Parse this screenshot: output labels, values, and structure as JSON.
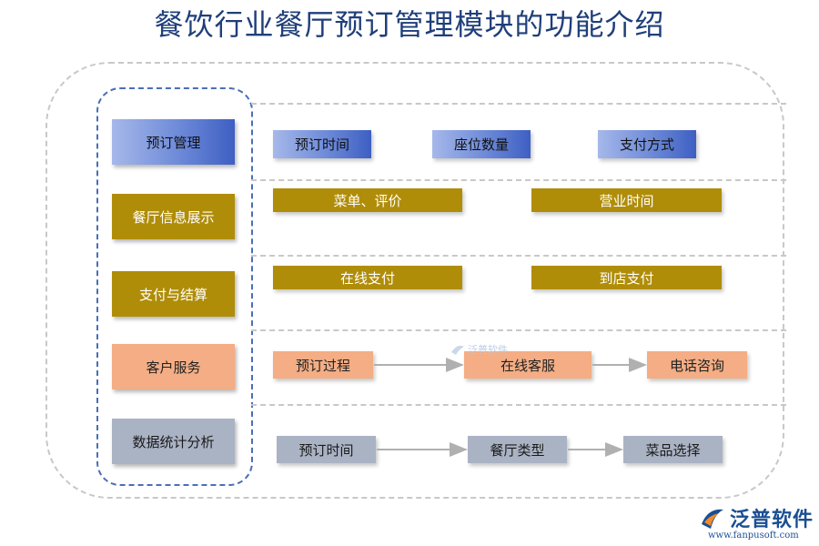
{
  "title": "餐饮行业餐厅预订管理模块的功能介绍",
  "colors": {
    "title": "#1f3f7a",
    "blue": "#5a78d0",
    "gold": "#b08d08",
    "peach": "#f4ad84",
    "gray": "#aab3c4",
    "arrow": "#b0b0b0"
  },
  "categories": [
    {
      "label": "预订管理"
    },
    {
      "label": "餐厅信息展示"
    },
    {
      "label": "支付与结算"
    },
    {
      "label": "客户服务"
    },
    {
      "label": "数据统计分析"
    }
  ],
  "rows": [
    {
      "items": [
        "预订时间",
        "座位数量",
        "支付方式"
      ]
    },
    {
      "items": [
        "菜单、评价",
        "营业时间"
      ]
    },
    {
      "items": [
        "在线支付",
        "到店支付"
      ]
    },
    {
      "items": [
        "预订过程",
        "在线客服",
        "电话咨询"
      ]
    },
    {
      "items": [
        "预订时间",
        "餐厅类型",
        "菜品选择"
      ]
    }
  ],
  "watermark": "泛普软件",
  "logo": {
    "name": "泛普软件",
    "url": "www.fanpusoft.com",
    "icon": "fanpu-logo-icon"
  }
}
